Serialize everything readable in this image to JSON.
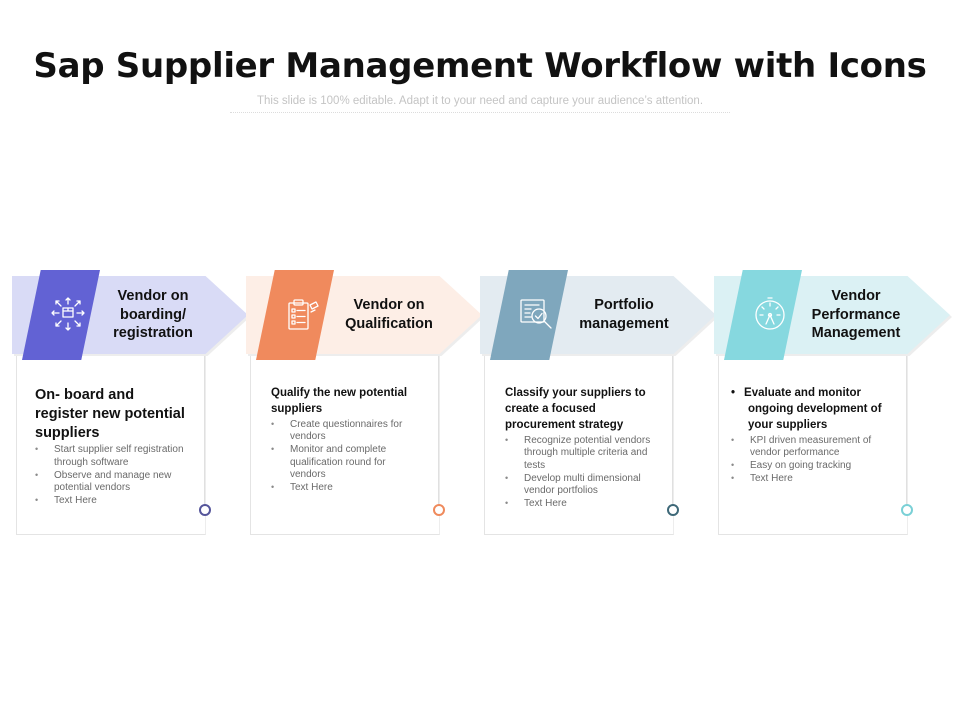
{
  "title": "Sap Supplier Management Workflow with Icons",
  "subtitle": "This slide is 100% editable. Adapt it to your need and capture your audience’s attention.",
  "steps": [
    {
      "label": "Vendor on boarding/ registration",
      "icon": "box-expand-icon",
      "tab_color": "#6262d4",
      "arrow_color": "#d9dbf6",
      "ring_color": "#55559a",
      "heading": "On- board and register new potential suppliers",
      "bullets": [
        "Start supplier self registration through software",
        "Observe and manage new potential vendors",
        "Text Here"
      ]
    },
    {
      "label": "Vendor on Qualification",
      "icon": "checklist-icon",
      "tab_color": "#f08a5d",
      "arrow_color": "#fdeee6",
      "ring_color": "#ef8a5c",
      "heading": "Qualify the new potential suppliers",
      "bullets": [
        "Create questionnaires for vendors",
        "Monitor and complete qualification round for vendors",
        "Text Here"
      ]
    },
    {
      "label": "Portfolio management",
      "icon": "document-search-icon",
      "tab_color": "#7fa7bd",
      "arrow_color": "#e3ebf1",
      "ring_color": "#3e6878",
      "heading": "Classify your suppliers to create a focused procurement strategy",
      "bullets": [
        "Recognize potential vendors through multiple criteria and tests",
        "Develop multi dimensional vendor portfolios",
        "Text Here"
      ]
    },
    {
      "label": "Vendor Performance Management",
      "icon": "gauge-icon",
      "tab_color": "#86d8df",
      "arrow_color": "#dbf1f4",
      "ring_color": "#7ad0d6",
      "heading": "Evaluate and monitor ongoing development of your suppliers",
      "bullets": [
        "KPI driven measurement of vendor performance",
        "Easy on going tracking",
        "Text Here"
      ]
    }
  ]
}
